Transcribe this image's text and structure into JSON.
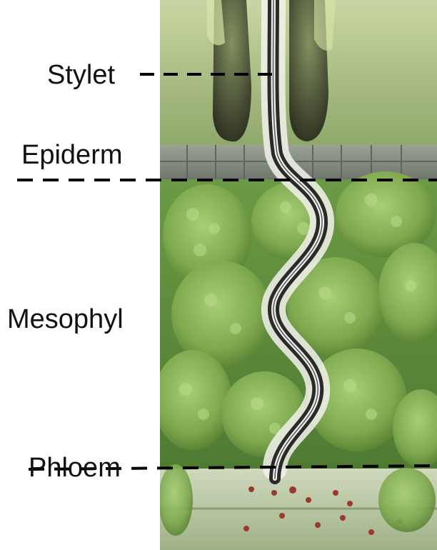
{
  "labels": {
    "stylet": "Stylet",
    "epiderm": "Epiderm",
    "mesophyl": "Mesophyl",
    "phloem": "Phloem"
  },
  "colors": {
    "background": "#ffffff",
    "text": "#111111",
    "dashed_line": "#000000",
    "upper_background": "#9fb478",
    "epidermis": "#8e968a",
    "mesophyll_base": "#5f8a3e",
    "mesophyll_cell": "#8ab35a",
    "chloroplast": "#a9d07a",
    "phloem_base": "#b8c7a2",
    "phloem_particle": "#9b3a2a",
    "stylet_dark": "#2a2a2a",
    "stylet_light": "#eeeeea",
    "mouthpart": "#1f1f1f"
  },
  "icons": {
    "stylet": "stylet-needle",
    "mouthpart": "insect-mouthpart"
  }
}
